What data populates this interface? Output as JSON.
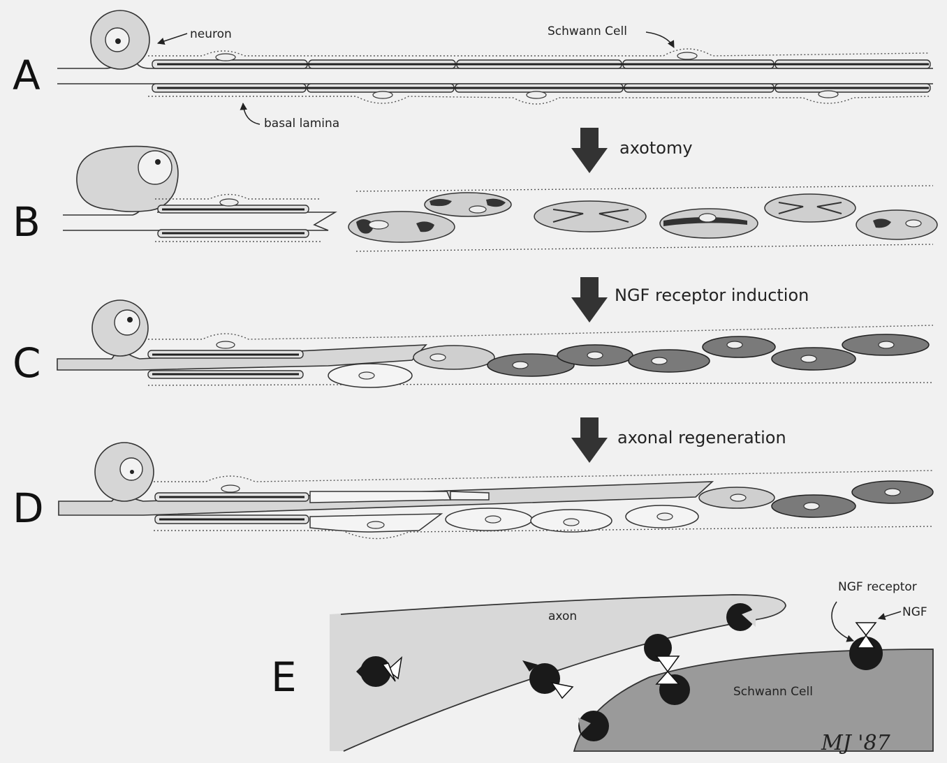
{
  "panels": {
    "a": {
      "letter": "A",
      "neuron_label": "neuron",
      "schwann_label": "Schwann Cell",
      "lamina_label": "basal lamina"
    },
    "b": {
      "letter": "B"
    },
    "c": {
      "letter": "C"
    },
    "d": {
      "letter": "D"
    },
    "e": {
      "letter": "E",
      "axon_label": "axon",
      "schwann_label": "Schwann Cell",
      "receptor_label": "NGF receptor",
      "ngf_label": "NGF"
    }
  },
  "steps": {
    "step1": "axotomy",
    "step2": "NGF receptor induction",
    "step3": "axonal regeneration"
  },
  "signature": "MJ '87"
}
